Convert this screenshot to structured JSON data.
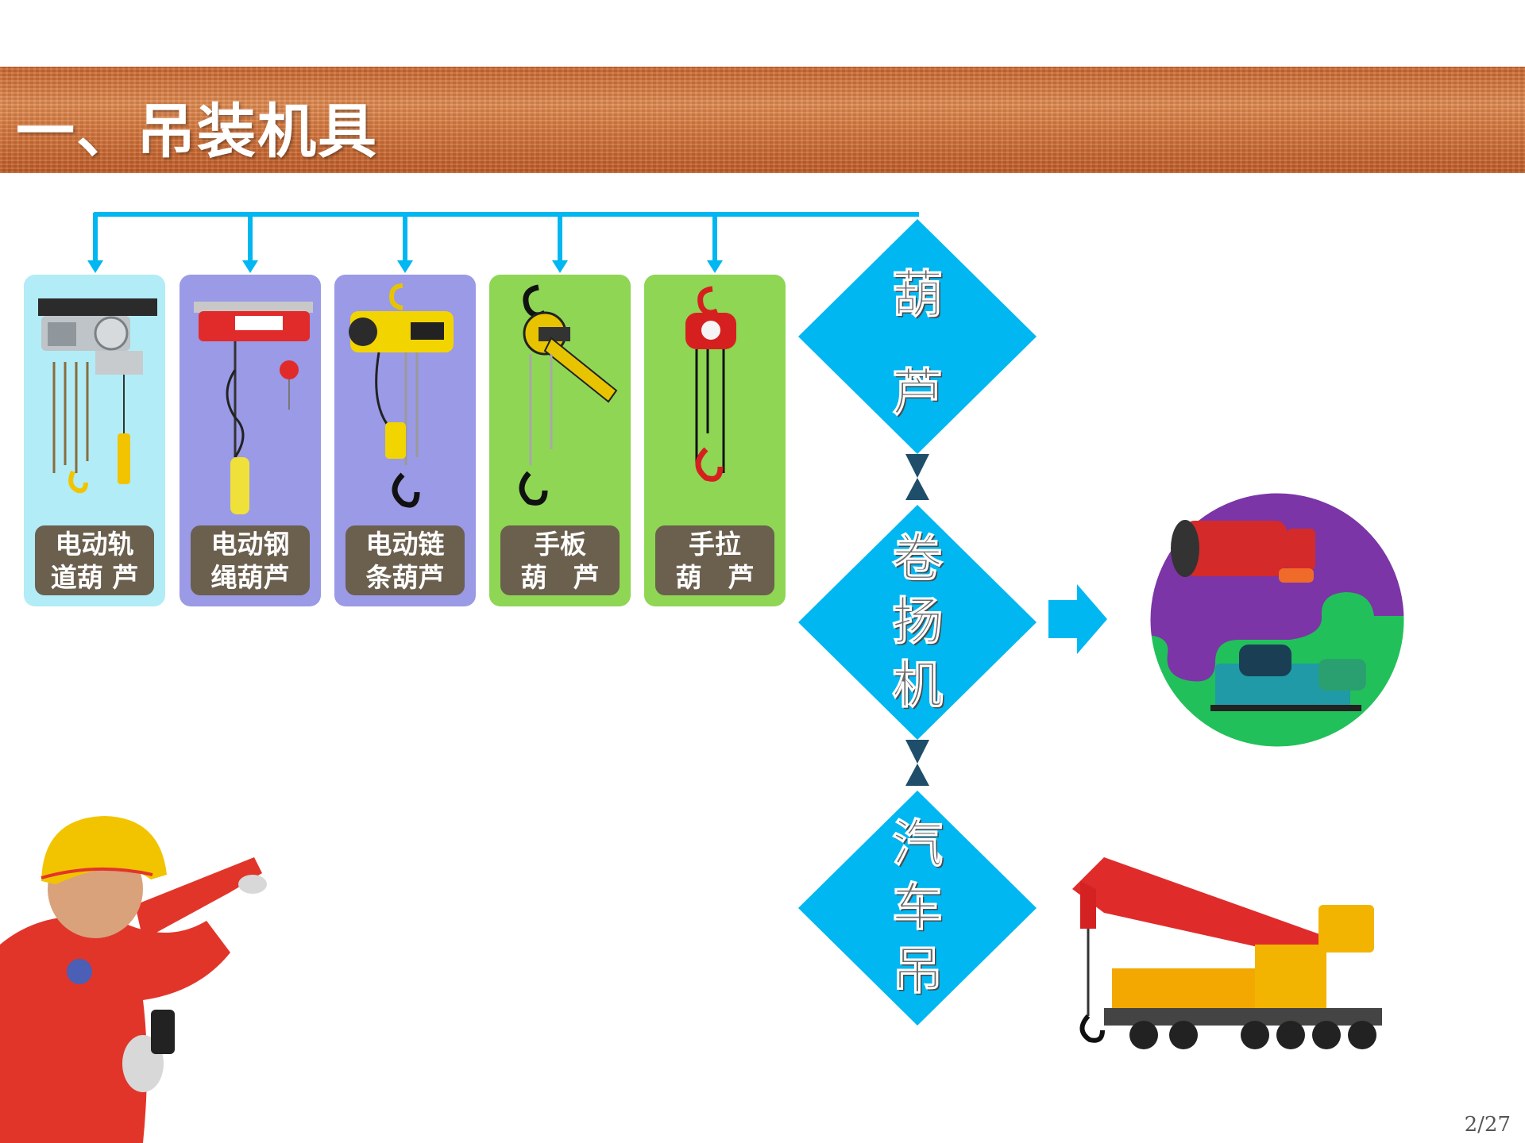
{
  "header": {
    "title": "一、吊装机具"
  },
  "cards": [
    {
      "line1": "电动轨",
      "line2": "道葫 芦",
      "bg": "#b2ecf7"
    },
    {
      "line1": "电动钢",
      "line2": "绳葫芦",
      "bg": "#9a9ae6"
    },
    {
      "line1": "电动链",
      "line2": "条葫芦",
      "bg": "#9a9ae6"
    },
    {
      "line1": "手板",
      "line2": "葫　芦",
      "bg": "#8ed654"
    },
    {
      "line1": "手拉",
      "line2": "葫　芦",
      "bg": "#8ed654"
    }
  ],
  "diamonds": [
    {
      "chars": [
        "葫",
        "芦"
      ]
    },
    {
      "chars": [
        "卷",
        "扬",
        "机"
      ]
    },
    {
      "chars": [
        "汽",
        "车",
        "吊"
      ]
    }
  ],
  "colors": {
    "accent": "#00b7f1",
    "connector": "#1f4e6b",
    "puzzle_purple": "#7b35a6",
    "puzzle_green": "#22c05a"
  },
  "footer": {
    "page": "2/27"
  }
}
